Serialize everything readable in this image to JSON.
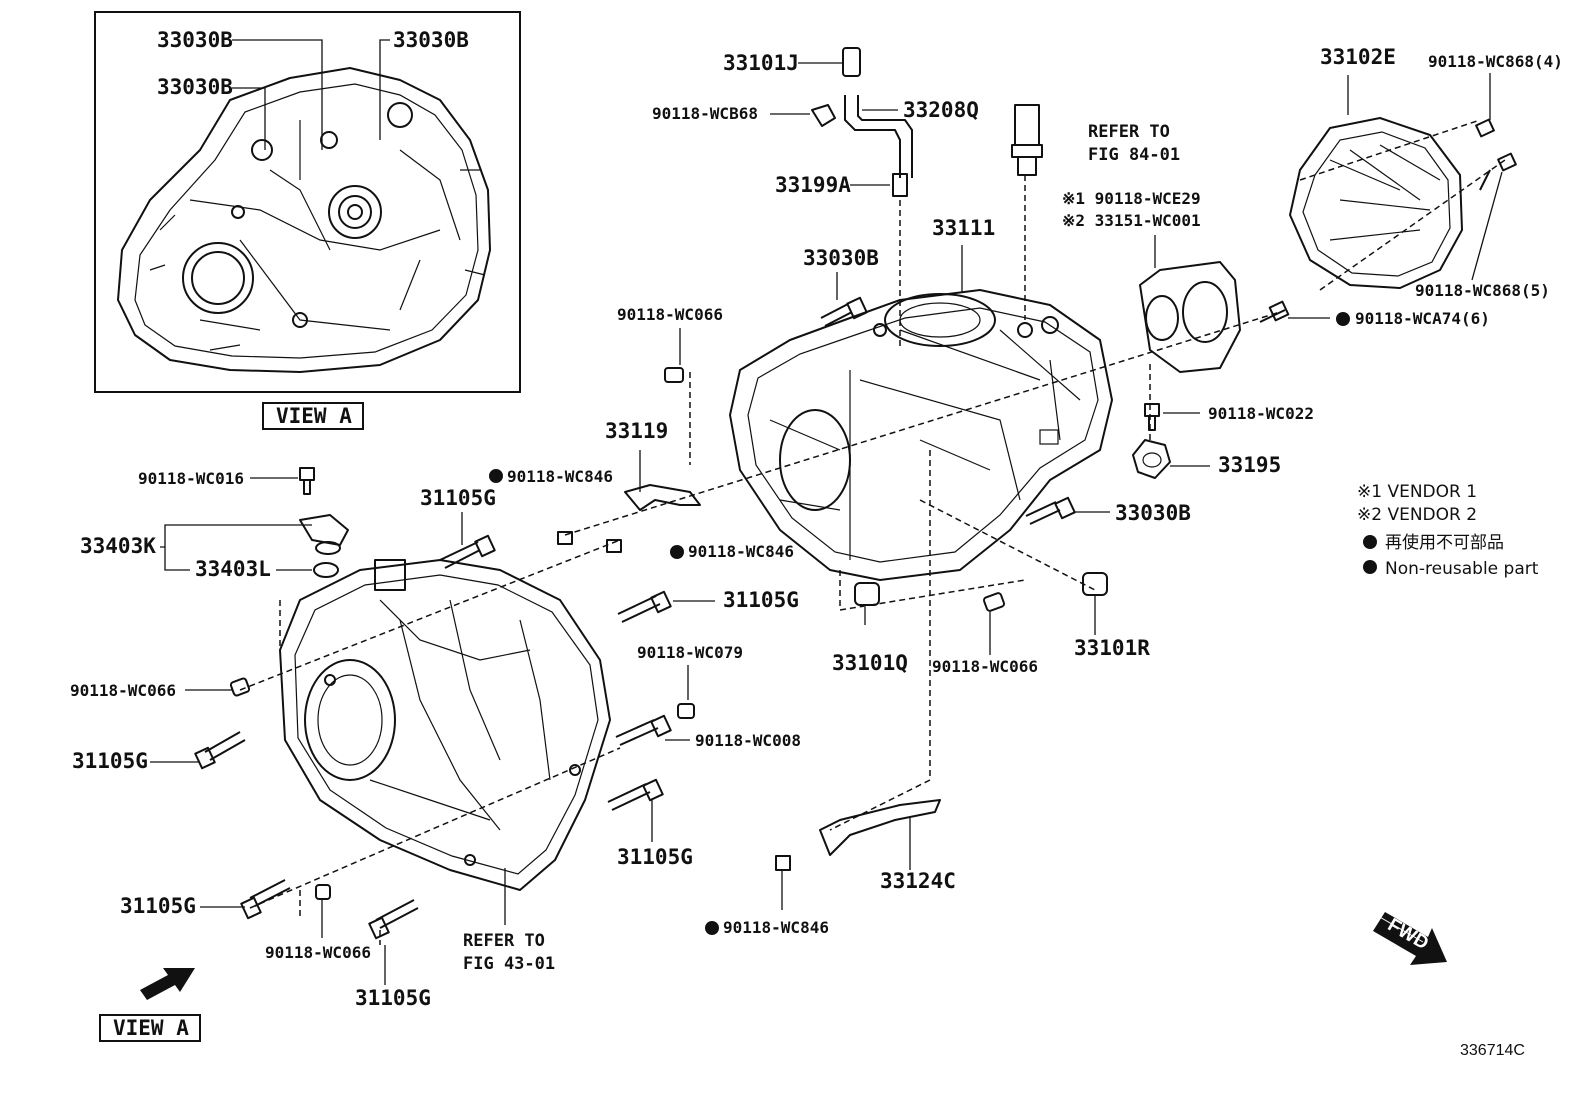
{
  "inset": {
    "labels": [
      "33030B",
      "33030B",
      "33030B"
    ],
    "caption": "VIEW A"
  },
  "view_a_arrow_caption": "VIEW A",
  "fwd_label": "FWD",
  "figure_code": "336714C",
  "parts": {
    "p33101J": "33101J",
    "p33208Q": "33208Q",
    "wcb68": "90118-WCB68",
    "p33199A": "33199A",
    "refer84a": "REFER TO",
    "refer84b": "FIG 84-01",
    "p33102E": "33102E",
    "wc868_4": "90118-WC868(4)",
    "wc868_5": "90118-WC868(5)",
    "wca74": "90118-WCA74(6)",
    "p33111": "33111",
    "wce29": "※1 90118-WCE29",
    "wc001": "※2 33151-WC001",
    "p33030B_top": "33030B",
    "wc066_top": "90118-WC066",
    "wc022": "90118-WC022",
    "p33195": "33195",
    "p33119": "33119",
    "wc846_a": "90118-WC846",
    "wc846_b": "90118-WC846",
    "p33030B_right": "33030B",
    "wc016": "90118-WC016",
    "p31105G_a": "31105G",
    "p33403K": "33403K",
    "p33403L": "33403L",
    "p31105G_b": "31105G",
    "p33101Q": "33101Q",
    "wc066_mid": "90118-WC066",
    "p33101R": "33101R",
    "wc079": "90118-WC079",
    "wc066_left": "90118-WC066",
    "wc008": "90118-WC008",
    "p31105G_c": "31105G",
    "p31105G_d": "31105G",
    "p33124C": "33124C",
    "p31105G_e": "31105G",
    "wc066_bot": "90118-WC066",
    "refer43a": "REFER TO",
    "refer43b": "FIG 43-01",
    "p31105G_f": "31105G",
    "wc846_c": "90118-WC846"
  },
  "legend": {
    "vendor1": "※1 VENDOR 1",
    "vendor2": "※2 VENDOR 2",
    "nonreuse_jp": "再使用不可部品",
    "nonreuse_en": "Non-reusable part"
  }
}
